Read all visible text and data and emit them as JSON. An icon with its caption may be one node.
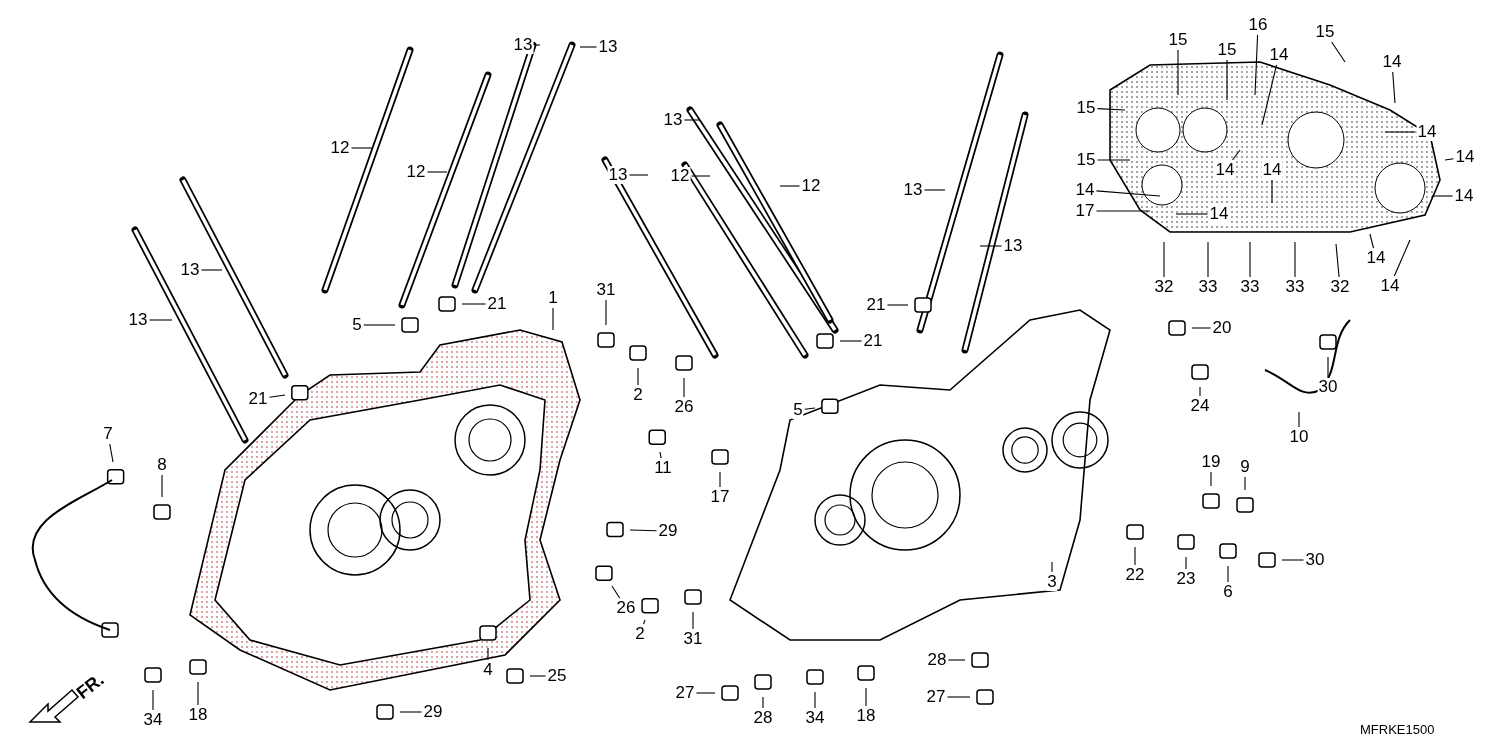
{
  "diagram": {
    "nodes": [
      {
        "text": [
          "13"
        ]
      },
      {
        "text": [
          "13"
        ]
      },
      {
        "text": [
          "12"
        ]
      },
      {
        "text": [
          "12"
        ]
      },
      {
        "text": [
          "13"
        ]
      },
      {
        "text": [
          "13"
        ]
      },
      {
        "text": [
          "5"
        ]
      },
      {
        "text": [
          "21"
        ]
      },
      {
        "text": [
          "21"
        ]
      },
      {
        "text": [
          "1"
        ]
      },
      {
        "text": [
          "7"
        ]
      },
      {
        "text": [
          "8"
        ]
      },
      {
        "text": [
          "31"
        ]
      },
      {
        "text": [
          "2"
        ]
      },
      {
        "text": [
          "26"
        ]
      },
      {
        "text": [
          "11"
        ]
      },
      {
        "text": [
          "17"
        ]
      },
      {
        "text": [
          "29"
        ]
      },
      {
        "text": [
          "26"
        ]
      },
      {
        "text": [
          "2"
        ]
      },
      {
        "text": [
          "31"
        ]
      },
      {
        "text": [
          "4"
        ]
      },
      {
        "text": [
          "25"
        ]
      },
      {
        "text": [
          "29"
        ]
      },
      {
        "text": [
          "34"
        ]
      },
      {
        "text": [
          "18"
        ]
      },
      {
        "text": [
          "13"
        ]
      },
      {
        "text": [
          "13"
        ]
      },
      {
        "text": [
          "12"
        ]
      },
      {
        "text": [
          "12"
        ]
      },
      {
        "text": [
          "5"
        ]
      },
      {
        "text": [
          "21"
        ]
      },
      {
        "text": [
          "21"
        ]
      },
      {
        "text": [
          "13"
        ]
      },
      {
        "text": [
          "13"
        ]
      },
      {
        "text": [
          "27"
        ]
      },
      {
        "text": [
          "28"
        ]
      },
      {
        "text": [
          "34"
        ]
      },
      {
        "text": [
          "18"
        ]
      },
      {
        "text": [
          "28"
        ]
      },
      {
        "text": [
          "27"
        ]
      },
      {
        "text": [
          "3"
        ]
      },
      {
        "text": [
          "22"
        ]
      },
      {
        "text": [
          "23"
        ]
      },
      {
        "text": [
          "6"
        ]
      },
      {
        "text": [
          "30"
        ]
      },
      {
        "text": [
          "19"
        ]
      },
      {
        "text": [
          "9"
        ]
      },
      {
        "text": [
          "24"
        ]
      },
      {
        "text": [
          "10"
        ]
      },
      {
        "text": [
          "20"
        ]
      },
      {
        "text": [
          "30"
        ]
      },
      {
        "text": [
          "15"
        ]
      },
      {
        "text": [
          "15"
        ]
      },
      {
        "text": [
          "15"
        ]
      },
      {
        "text": [
          "16"
        ]
      },
      {
        "text": [
          "14"
        ]
      },
      {
        "text": [
          "15"
        ]
      },
      {
        "text": [
          "14"
        ]
      },
      {
        "text": [
          "15"
        ]
      },
      {
        "text": [
          "14"
        ]
      },
      {
        "text": [
          "14"
        ]
      },
      {
        "text": [
          "14"
        ]
      },
      {
        "text": [
          "14"
        ]
      },
      {
        "text": [
          "17"
        ]
      },
      {
        "text": [
          "14"
        ]
      },
      {
        "text": [
          "14"
        ]
      },
      {
        "text": [
          "14"
        ]
      },
      {
        "text": [
          "32"
        ]
      },
      {
        "text": [
          "33"
        ]
      },
      {
        "text": [
          "33"
        ]
      },
      {
        "text": [
          "33"
        ]
      },
      {
        "text": [
          "32"
        ]
      },
      {
        "text": [
          "14"
        ]
      },
      {
        "text": [
          "14"
        ]
      }
    ],
    "edges": [
      {
        "from": 0,
        "to": null,
        "arrow": "none"
      },
      {
        "from": 1,
        "to": null,
        "arrow": "none"
      },
      {
        "from": 2,
        "to": null,
        "arrow": "none"
      },
      {
        "from": 3,
        "to": null,
        "arrow": "none"
      },
      {
        "from": 4,
        "to": null,
        "arrow": "none"
      },
      {
        "from": 5,
        "to": null,
        "arrow": "none"
      },
      {
        "from": 6,
        "to": null,
        "arrow": "none"
      },
      {
        "from": 7,
        "to": null,
        "arrow": "none"
      },
      {
        "from": 8,
        "to": null,
        "arrow": "none"
      },
      {
        "from": 9,
        "to": null,
        "arrow": "none"
      },
      {
        "from": 10,
        "to": null,
        "arrow": "none"
      },
      {
        "from": 11,
        "to": null,
        "arrow": "none"
      },
      {
        "from": 12,
        "to": null,
        "arrow": "none"
      },
      {
        "from": 13,
        "to": null,
        "arrow": "none"
      },
      {
        "from": 14,
        "to": null,
        "arrow": "none"
      },
      {
        "from": 15,
        "to": null,
        "arrow": "none"
      },
      {
        "from": 16,
        "to": null,
        "arrow": "none"
      },
      {
        "from": 17,
        "to": null,
        "arrow": "none"
      },
      {
        "from": 18,
        "to": null,
        "arrow": "none"
      },
      {
        "from": 19,
        "to": null,
        "arrow": "none"
      },
      {
        "from": 20,
        "to": null,
        "arrow": "none"
      },
      {
        "from": 21,
        "to": null,
        "arrow": "none"
      },
      {
        "from": 22,
        "to": null,
        "arrow": "none"
      },
      {
        "from": 23,
        "to": null,
        "arrow": "none"
      },
      {
        "from": 24,
        "to": null,
        "arrow": "none"
      },
      {
        "from": 25,
        "to": null,
        "arrow": "none"
      },
      {
        "from": 26,
        "to": null,
        "arrow": "none"
      },
      {
        "from": 27,
        "to": null,
        "arrow": "none"
      },
      {
        "from": 28,
        "to": null,
        "arrow": "none"
      },
      {
        "from": 29,
        "to": null,
        "arrow": "none"
      },
      {
        "from": 30,
        "to": null,
        "arrow": "none"
      },
      {
        "from": 31,
        "to": null,
        "arrow": "none"
      },
      {
        "from": 32,
        "to": null,
        "arrow": "none"
      },
      {
        "from": 33,
        "to": null,
        "arrow": "none"
      },
      {
        "from": 34,
        "to": null,
        "arrow": "none"
      },
      {
        "from": 35,
        "to": null,
        "arrow": "none"
      },
      {
        "from": 36,
        "to": null,
        "arrow": "none"
      },
      {
        "from": 37,
        "to": null,
        "arrow": "none"
      },
      {
        "from": 38,
        "to": null,
        "arrow": "none"
      },
      {
        "from": 39,
        "to": null,
        "arrow": "none"
      },
      {
        "from": 40,
        "to": null,
        "arrow": "none"
      },
      {
        "from": 41,
        "to": null,
        "arrow": "none"
      },
      {
        "from": 42,
        "to": null,
        "arrow": "none"
      },
      {
        "from": 43,
        "to": null,
        "arrow": "none"
      },
      {
        "from": 44,
        "to": null,
        "arrow": "none"
      },
      {
        "from": 45,
        "to": null,
        "arrow": "none"
      },
      {
        "from": 46,
        "to": null,
        "arrow": "none"
      },
      {
        "from": 47,
        "to": null,
        "arrow": "none"
      },
      {
        "from": 48,
        "to": null,
        "arrow": "none"
      },
      {
        "from": 49,
        "to": null,
        "arrow": "none"
      },
      {
        "from": 50,
        "to": null,
        "arrow": "none"
      },
      {
        "from": 51,
        "to": null,
        "arrow": "none"
      },
      {
        "from": 52,
        "to": null,
        "arrow": "none"
      },
      {
        "from": 53,
        "to": null,
        "arrow": "none"
      },
      {
        "from": 54,
        "to": null,
        "arrow": "none"
      },
      {
        "from": 55,
        "to": null,
        "arrow": "none"
      },
      {
        "from": 56,
        "to": null,
        "arrow": "none"
      },
      {
        "from": 57,
        "to": null,
        "arrow": "none"
      },
      {
        "from": 58,
        "to": null,
        "arrow": "none"
      },
      {
        "from": 59,
        "to": null,
        "arrow": "none"
      },
      {
        "from": 60,
        "to": null,
        "arrow": "none"
      },
      {
        "from": 61,
        "to": null,
        "arrow": "none"
      },
      {
        "from": 62,
        "to": null,
        "arrow": "none"
      },
      {
        "from": 63,
        "to": null,
        "arrow": "none"
      },
      {
        "from": 64,
        "to": null,
        "arrow": "none"
      },
      {
        "from": 65,
        "to": null,
        "arrow": "none"
      },
      {
        "from": 66,
        "to": null,
        "arrow": "none"
      },
      {
        "from": 67,
        "to": null,
        "arrow": "none"
      },
      {
        "from": 68,
        "to": null,
        "arrow": "none"
      },
      {
        "from": 69,
        "to": null,
        "arrow": "none"
      },
      {
        "from": 70,
        "to": null,
        "arrow": "none"
      },
      {
        "from": 71,
        "to": null,
        "arrow": "none"
      },
      {
        "from": 72,
        "to": null,
        "arrow": "none"
      },
      {
        "from": 73,
        "to": null,
        "arrow": "none"
      },
      {
        "from": 74,
        "to": null,
        "arrow": "none"
      }
    ],
    "labels": [
      "FR.",
      "MFRKE1500"
    ]
  }
}
